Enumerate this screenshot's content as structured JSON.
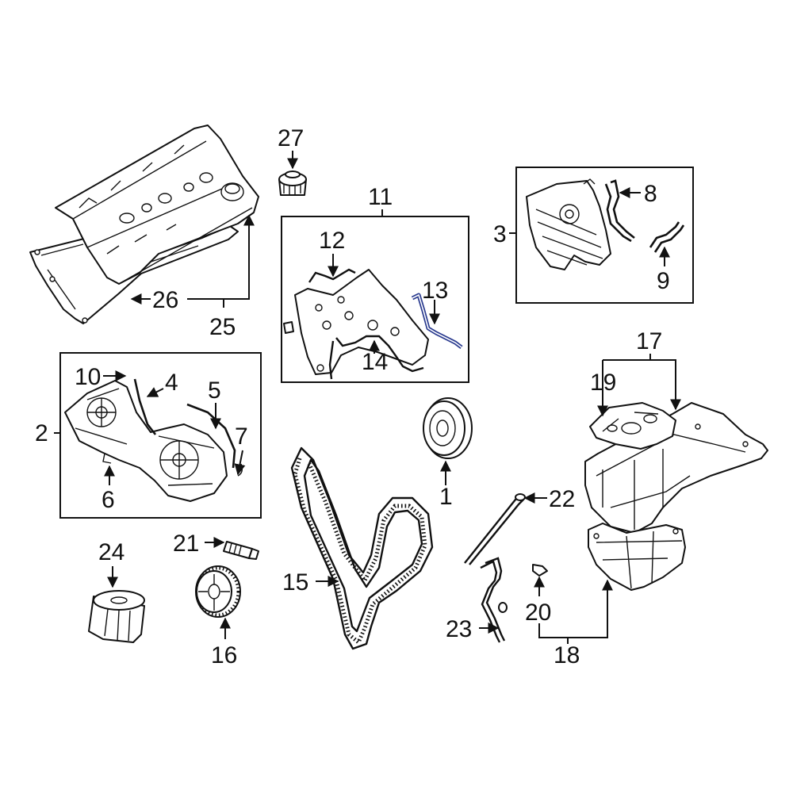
{
  "callouts": {
    "c1": "1",
    "c2": "2",
    "c3": "3",
    "c4": "4",
    "c5": "5",
    "c6": "6",
    "c7": "7",
    "c8": "8",
    "c9": "9",
    "c10": "10",
    "c11": "11",
    "c12": "12",
    "c13": "13",
    "c14": "14",
    "c15": "15",
    "c16": "16",
    "c17": "17",
    "c18": "18",
    "c19": "19",
    "c20": "20",
    "c21": "21",
    "c22": "22",
    "c23": "23",
    "c24": "24",
    "c25": "25",
    "c26": "26",
    "c27": "27"
  },
  "colors": {
    "line": "#111111",
    "highlight": "#2a3b8f",
    "background": "#ffffff"
  }
}
